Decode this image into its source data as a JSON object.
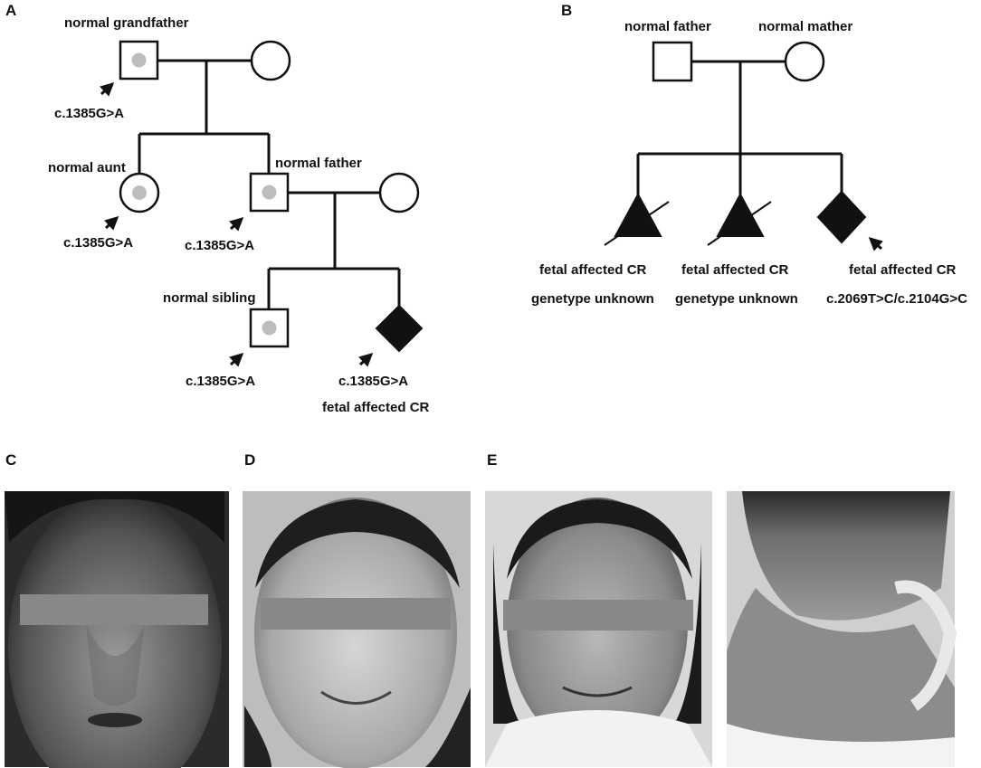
{
  "panels": {
    "a": "A",
    "b": "B",
    "c": "C",
    "d": "D",
    "e": "E"
  },
  "panel_a": {
    "grandfather": "normal grandfather",
    "grandfather_variant": "c.1385G>A",
    "aunt": "normal aunt",
    "aunt_variant": "c.1385G>A",
    "father": "normal father",
    "father_variant": "c.1385G>A",
    "sibling": "normal sibling",
    "sibling_variant": "c.1385G>A",
    "fetus_variant": "c.1385G>A",
    "fetus_status": "fetal affected CR"
  },
  "panel_b": {
    "father": "normal father",
    "mother": "normal mather",
    "fetus1_status": "fetal affected CR",
    "fetus1_genotype": "genetype unknown",
    "fetus2_status": "fetal affected CR",
    "fetus2_genotype": "genetype unknown",
    "fetus3_status": "fetal affected CR",
    "fetus3_genotype": "c.2069T>C/c.2104G>C"
  },
  "colors": {
    "line": "#111111",
    "carrier_dot": "#bdbdbd",
    "eye_bar": "#888888"
  }
}
